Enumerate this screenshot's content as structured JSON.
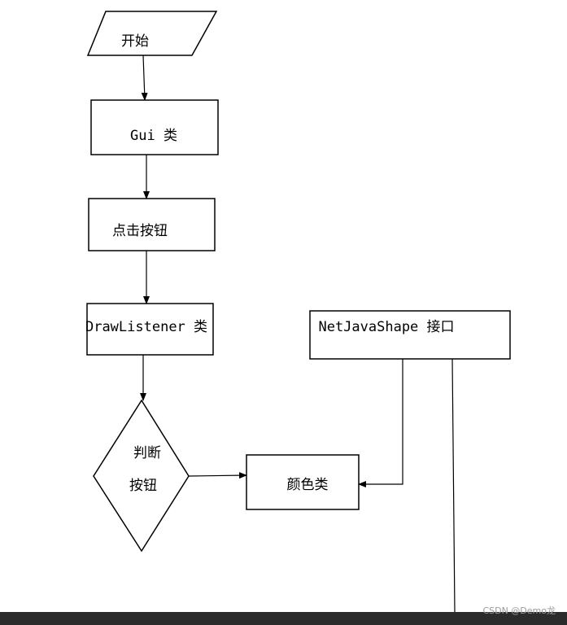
{
  "nodes": {
    "start": "开始",
    "gui": "Gui 类",
    "click": "点击按钮",
    "listener": "DrawListener 类",
    "decision_line1": "判断",
    "decision_line2": "按钮",
    "color": "颜色类",
    "interface": "NetJavaShape 接口"
  },
  "watermark": "CSDN @Demo龙"
}
